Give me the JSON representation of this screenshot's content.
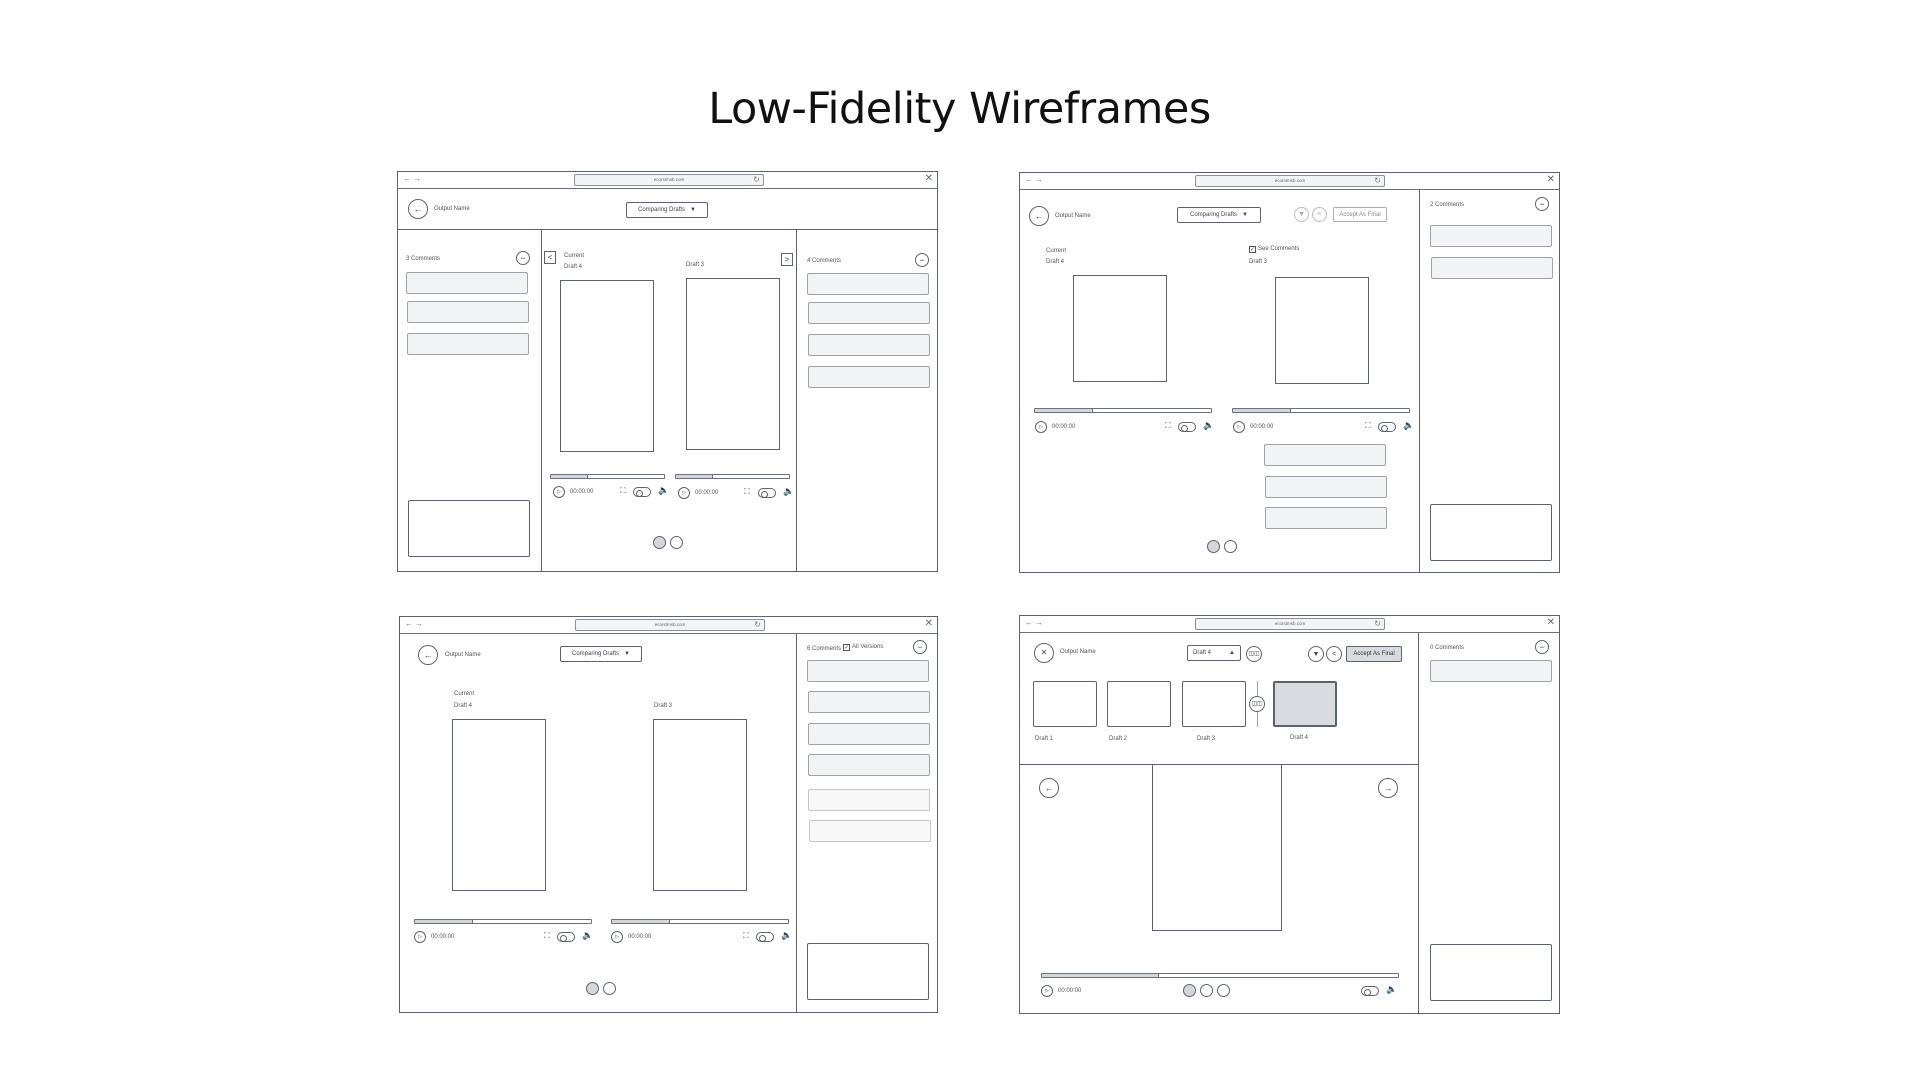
{
  "title": "Low-Fidelity Wireframes",
  "browser": {
    "url": "ecorstmsb.com",
    "back_icon": "←",
    "forward_icon": "→",
    "reload_icon": "↻",
    "close_icon": "✕"
  },
  "common": {
    "output_name": "Output Name",
    "current": "Current",
    "draft4": "Draft 4",
    "draft3": "Draft 3",
    "time": "00:00:00",
    "fullscreen": "⛶",
    "volume": "🔈",
    "play": "▷",
    "minus": "−",
    "back_arrow": "←",
    "forward_arrow": "→",
    "prev_chevron": "<",
    "next_chevron": ">",
    "check": "✓",
    "caret": "▼",
    "caret_up": "▲"
  },
  "frame1": {
    "dropdown": "Comparing Drafts",
    "left_comments": "3 Comments",
    "right_comments": "4 Comments"
  },
  "frame2": {
    "dropdown": "Comparing Drafts",
    "accept": "Accept As Final",
    "see_comments": "See Comments",
    "comments": "2 Comments"
  },
  "frame3": {
    "dropdown": "Comparing Drafts",
    "comments": "6 Comments",
    "all_versions": "All Versions"
  },
  "frame4": {
    "close": "✕",
    "dropdown": "Draft 4",
    "compare_icon": "◫◫",
    "accept": "Accept As Final",
    "comments": "0 Comments",
    "thumbs": [
      "Draft 1",
      "Draft 2",
      "Draft 3",
      "Draft 4"
    ],
    "selected_thumb": "Draft 4"
  }
}
